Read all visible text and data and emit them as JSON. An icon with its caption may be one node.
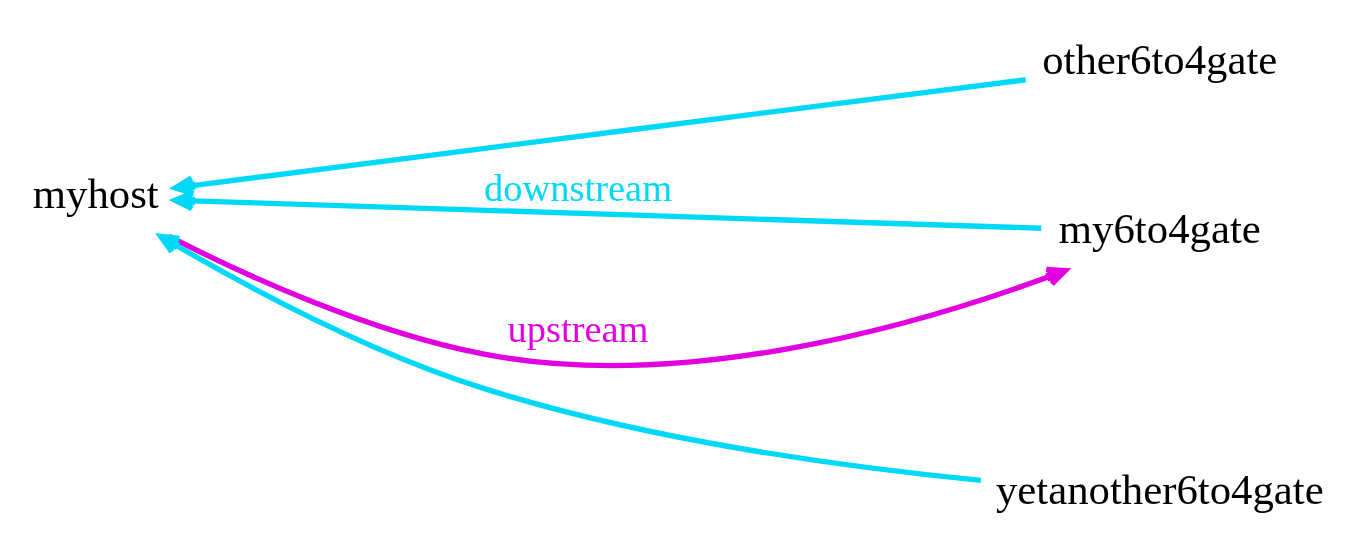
{
  "diagram": {
    "nodes": [
      {
        "text": [
          "other6to4gate"
        ]
      },
      {
        "text": [
          "myhost"
        ]
      },
      {
        "text": [
          "my6to4gate"
        ]
      },
      {
        "text": [
          "yetanother6to4gate"
        ]
      }
    ],
    "edges": [
      {
        "from": 0,
        "to": 1,
        "arrow": "to"
      },
      {
        "from": 1,
        "to": 2,
        "arrow": "to",
        "label": "upstream",
        "color": "#e000e0"
      },
      {
        "from": 2,
        "to": 1,
        "arrow": "to",
        "label": "downstream"
      },
      {
        "from": 3,
        "to": 1,
        "arrow": "to"
      }
    ]
  }
}
